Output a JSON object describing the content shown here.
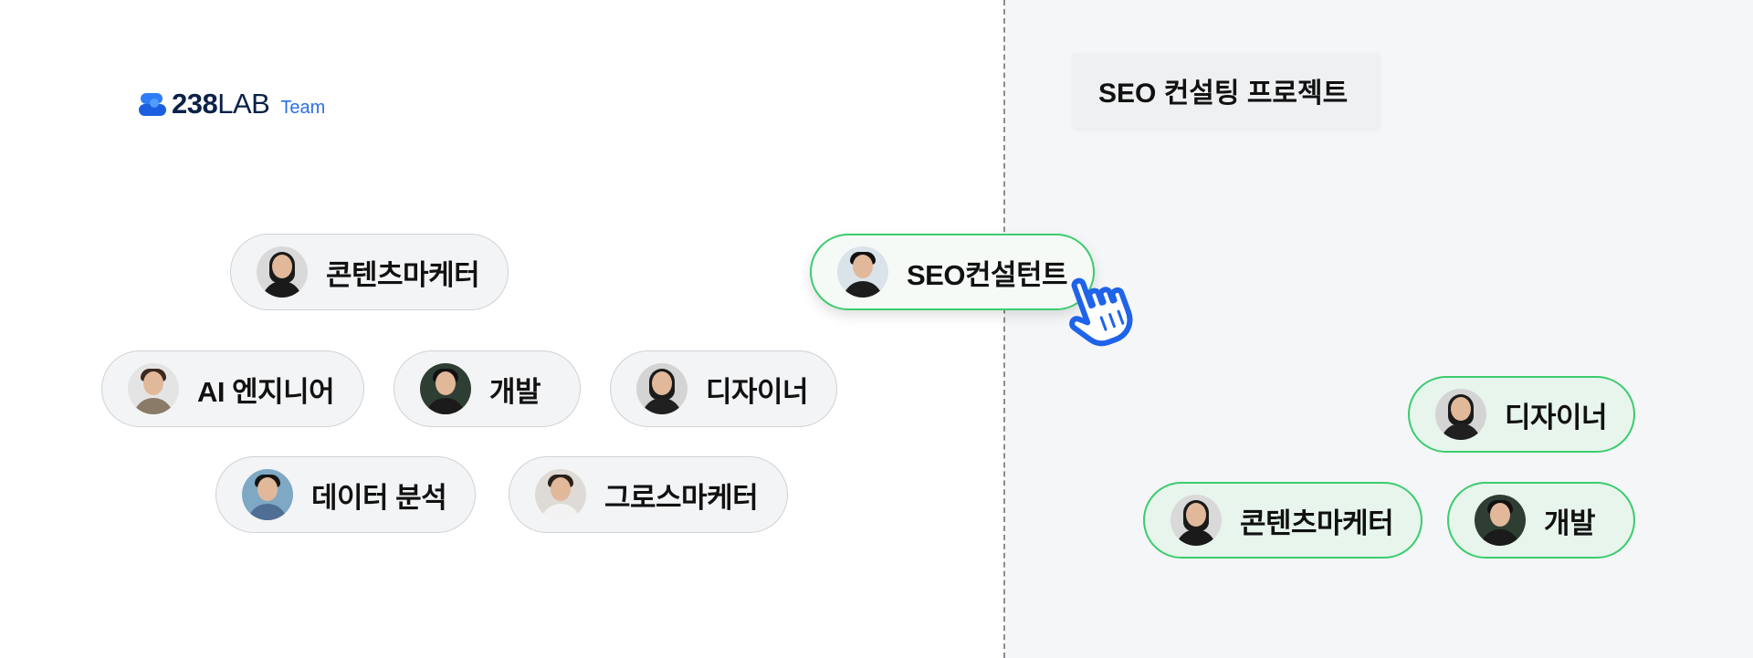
{
  "logo": {
    "number": "238",
    "lab": "LAB",
    "team": "Team"
  },
  "project": {
    "title": "SEO 컨설팅 프로젝트"
  },
  "roles": {
    "content_marketer": "콘텐츠마케터",
    "seo_consultant": "SEO컨설턴트",
    "ai_engineer": "AI 엔지니어",
    "developer": "개발",
    "designer": "디자이너",
    "data_analysis": "데이터 분석",
    "growth_marketer": "그로스마케터"
  },
  "assigned_roles": {
    "designer": "디자이너",
    "content_marketer": "콘텐츠마케터",
    "developer": "개발"
  },
  "colors": {
    "selected_border": "#3ccc6e",
    "selected_fill": "#e7f5ec",
    "brand": "#2c6fe6",
    "cursor": "#1e63e9"
  },
  "icons": {
    "cursor": "pointer-hand-icon"
  }
}
